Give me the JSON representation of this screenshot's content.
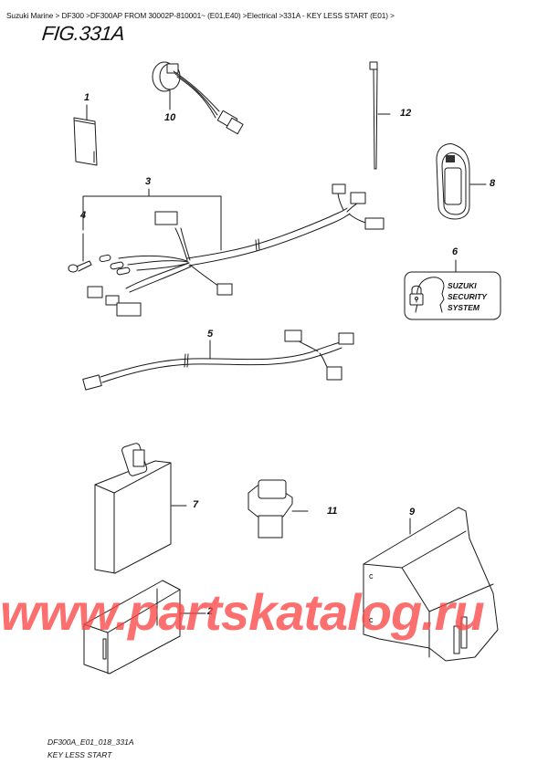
{
  "breadcrumb": {
    "items": [
      {
        "label": "Suzuki Marine"
      },
      {
        "label": "DF300"
      },
      {
        "label": "DF300AP FROM 30002P-810001~ (E01,E40)"
      },
      {
        "label": "Electrical"
      },
      {
        "label": "331A - KEY LESS START (E01)"
      }
    ],
    "separator": ">"
  },
  "figure": {
    "title": "FIG.331A",
    "code": "DF300A_E01_018_331A",
    "name": "KEY LESS START"
  },
  "callouts": [
    {
      "number": "1",
      "part": "card"
    },
    {
      "number": "2",
      "part": "ecu-case"
    },
    {
      "number": "3",
      "part": "wiring-harness"
    },
    {
      "number": "4",
      "part": "clip"
    },
    {
      "number": "5",
      "part": "sub-wiring-harness"
    },
    {
      "number": "6",
      "part": "security-system-label"
    },
    {
      "number": "7",
      "part": "control-unit"
    },
    {
      "number": "8",
      "part": "key-fob"
    },
    {
      "number": "9",
      "part": "bracket-cover"
    },
    {
      "number": "10",
      "part": "antenna-coil"
    },
    {
      "number": "11",
      "part": "relay"
    },
    {
      "number": "12",
      "part": "cable-tie"
    }
  ],
  "label6": {
    "line1": "SUZUKI",
    "line2": "SECURITY",
    "line3": "SYSTEM"
  },
  "watermark": "www.partskatalog.ru",
  "colors": {
    "line": "#1a1a1a",
    "watermark": "#fa4646",
    "background": "#ffffff"
  }
}
